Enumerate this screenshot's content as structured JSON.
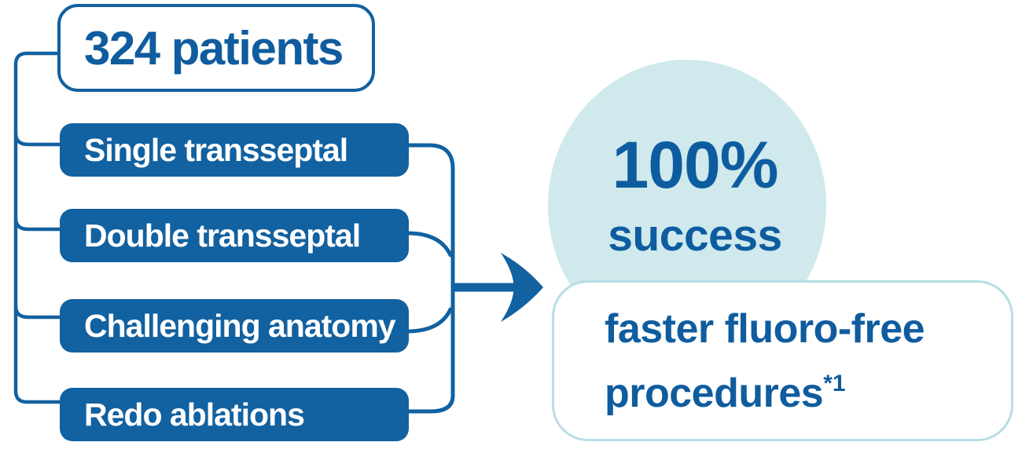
{
  "palette": {
    "brand_blue": "#1261A0",
    "text_blue": "#0F5C9E",
    "circle_fill": "#CFE9EC",
    "outcome_box_border": "#B7DDE5",
    "cohort_box_text": "#FFFFFF",
    "background": "#FFFFFF"
  },
  "cohort": {
    "header_label": "324 patients",
    "items": [
      {
        "label": "Single transseptal"
      },
      {
        "label": "Double transseptal"
      },
      {
        "label": "Challenging anatomy"
      },
      {
        "label": "Redo ablations"
      }
    ]
  },
  "result": {
    "percent": "100%",
    "percent_caption": "success",
    "outcome_line1": "faster fluoro-free",
    "outcome_line2": "procedures",
    "outcome_superscript": "*1"
  },
  "icons": {
    "flow_arrow": "right-arrow"
  }
}
